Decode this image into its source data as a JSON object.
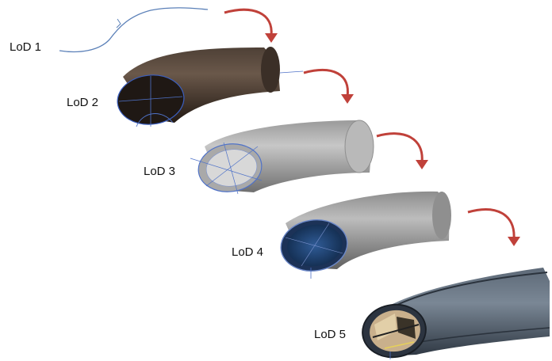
{
  "levels": [
    {
      "label": "LoD 1",
      "color": "#5b80b8"
    },
    {
      "label": "LoD 2",
      "color": "#3a2b22"
    },
    {
      "label": "LoD 3",
      "color": "#8e8e8e"
    },
    {
      "label": "LoD 4",
      "color": "#8a8a8a"
    },
    {
      "label": "LoD 5",
      "color": "#4a5462"
    }
  ],
  "arrow_color": "#c0413a",
  "edge_color": "#4f72c8"
}
